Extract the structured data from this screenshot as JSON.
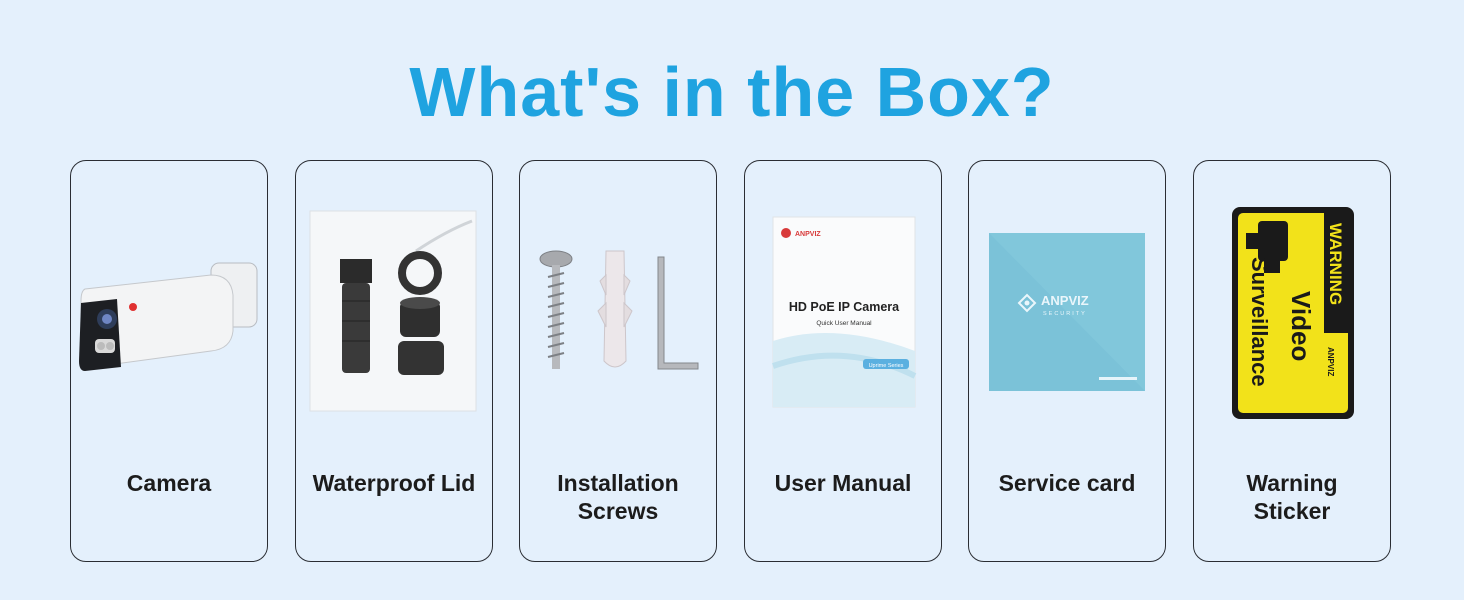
{
  "header": {
    "title": "What's in the Box?"
  },
  "items": [
    {
      "label": "Camera"
    },
    {
      "label": "Waterproof Lid"
    },
    {
      "label": "Installation Screws"
    },
    {
      "label": "User Manual",
      "manual_title": "HD PoE IP Camera",
      "manual_subtitle": "Quick User Manual",
      "manual_badge": "Uprime Series",
      "brand": "ANPVIZ"
    },
    {
      "label": "Service card",
      "brand": "ANPVIZ",
      "brand_sub": "SECURITY"
    },
    {
      "label": "Warning Sticker",
      "warning": "WARNING",
      "line1": "Video",
      "line2": "Surveillance",
      "brand": "ANPVIZ"
    }
  ],
  "colors": {
    "title": "#1fa3e0",
    "background": "#e4f0fc",
    "sticker_yellow": "#f2e21a"
  }
}
